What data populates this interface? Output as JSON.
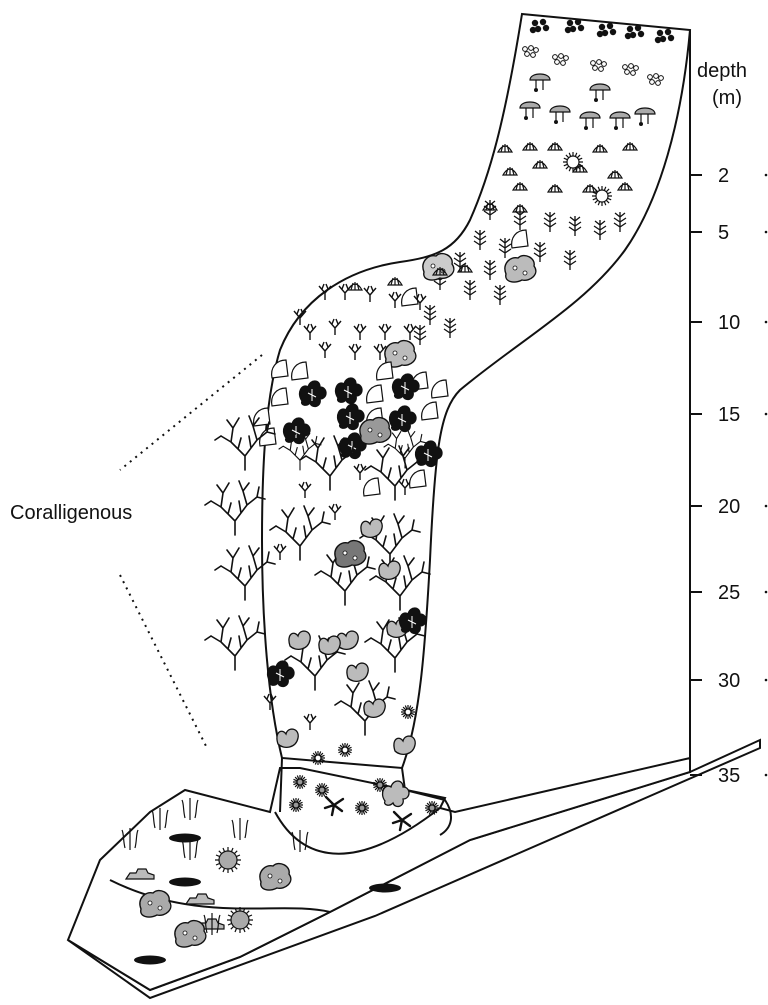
{
  "depth_axis": {
    "title_line1": "depth",
    "title_line2": "(m)",
    "ticks": [
      "2",
      "5",
      "10",
      "15",
      "20",
      "25",
      "30",
      "35"
    ]
  },
  "annotation": {
    "label": "Coralligenous"
  }
}
